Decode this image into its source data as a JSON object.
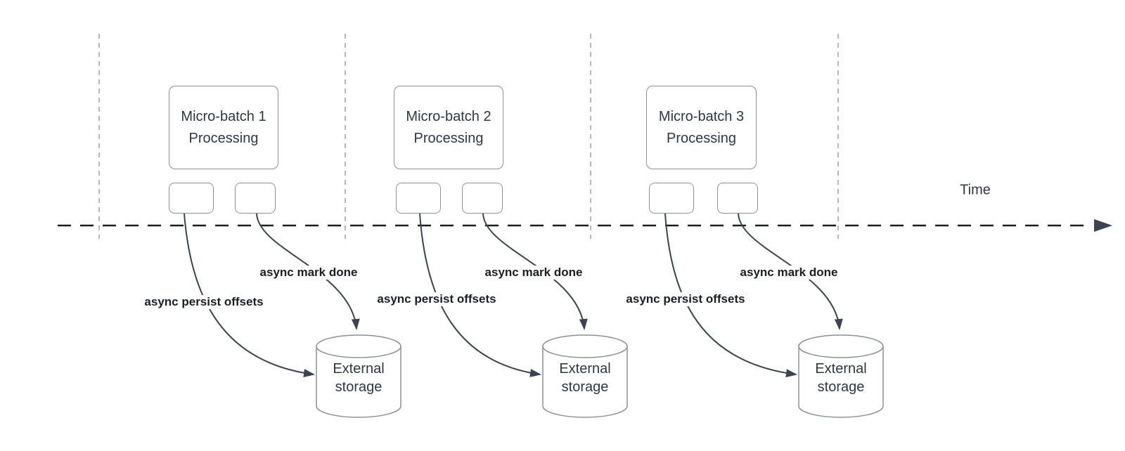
{
  "time_axis": {
    "label": "Time"
  },
  "groups": [
    {
      "processing_label": "Micro-batch 1 Processing",
      "persist_label": "async persist offsets",
      "mark_done_label": "async mark done",
      "storage_label": "External storage"
    },
    {
      "processing_label": "Micro-batch 2 Processing",
      "persist_label": "async persist offsets",
      "mark_done_label": "async mark done",
      "storage_label": "External storage"
    },
    {
      "processing_label": "Micro-batch 3 Processing",
      "persist_label": "async persist offsets",
      "mark_done_label": "async mark done",
      "storage_label": "External storage"
    }
  ],
  "colors": {
    "arrow": "#3d4451",
    "axis": "#1a1d22",
    "guide_line": "#b8b8b8",
    "shape_border": "#8b9099",
    "shape_text": "#2f3744",
    "label_text": "#1a1e26"
  }
}
